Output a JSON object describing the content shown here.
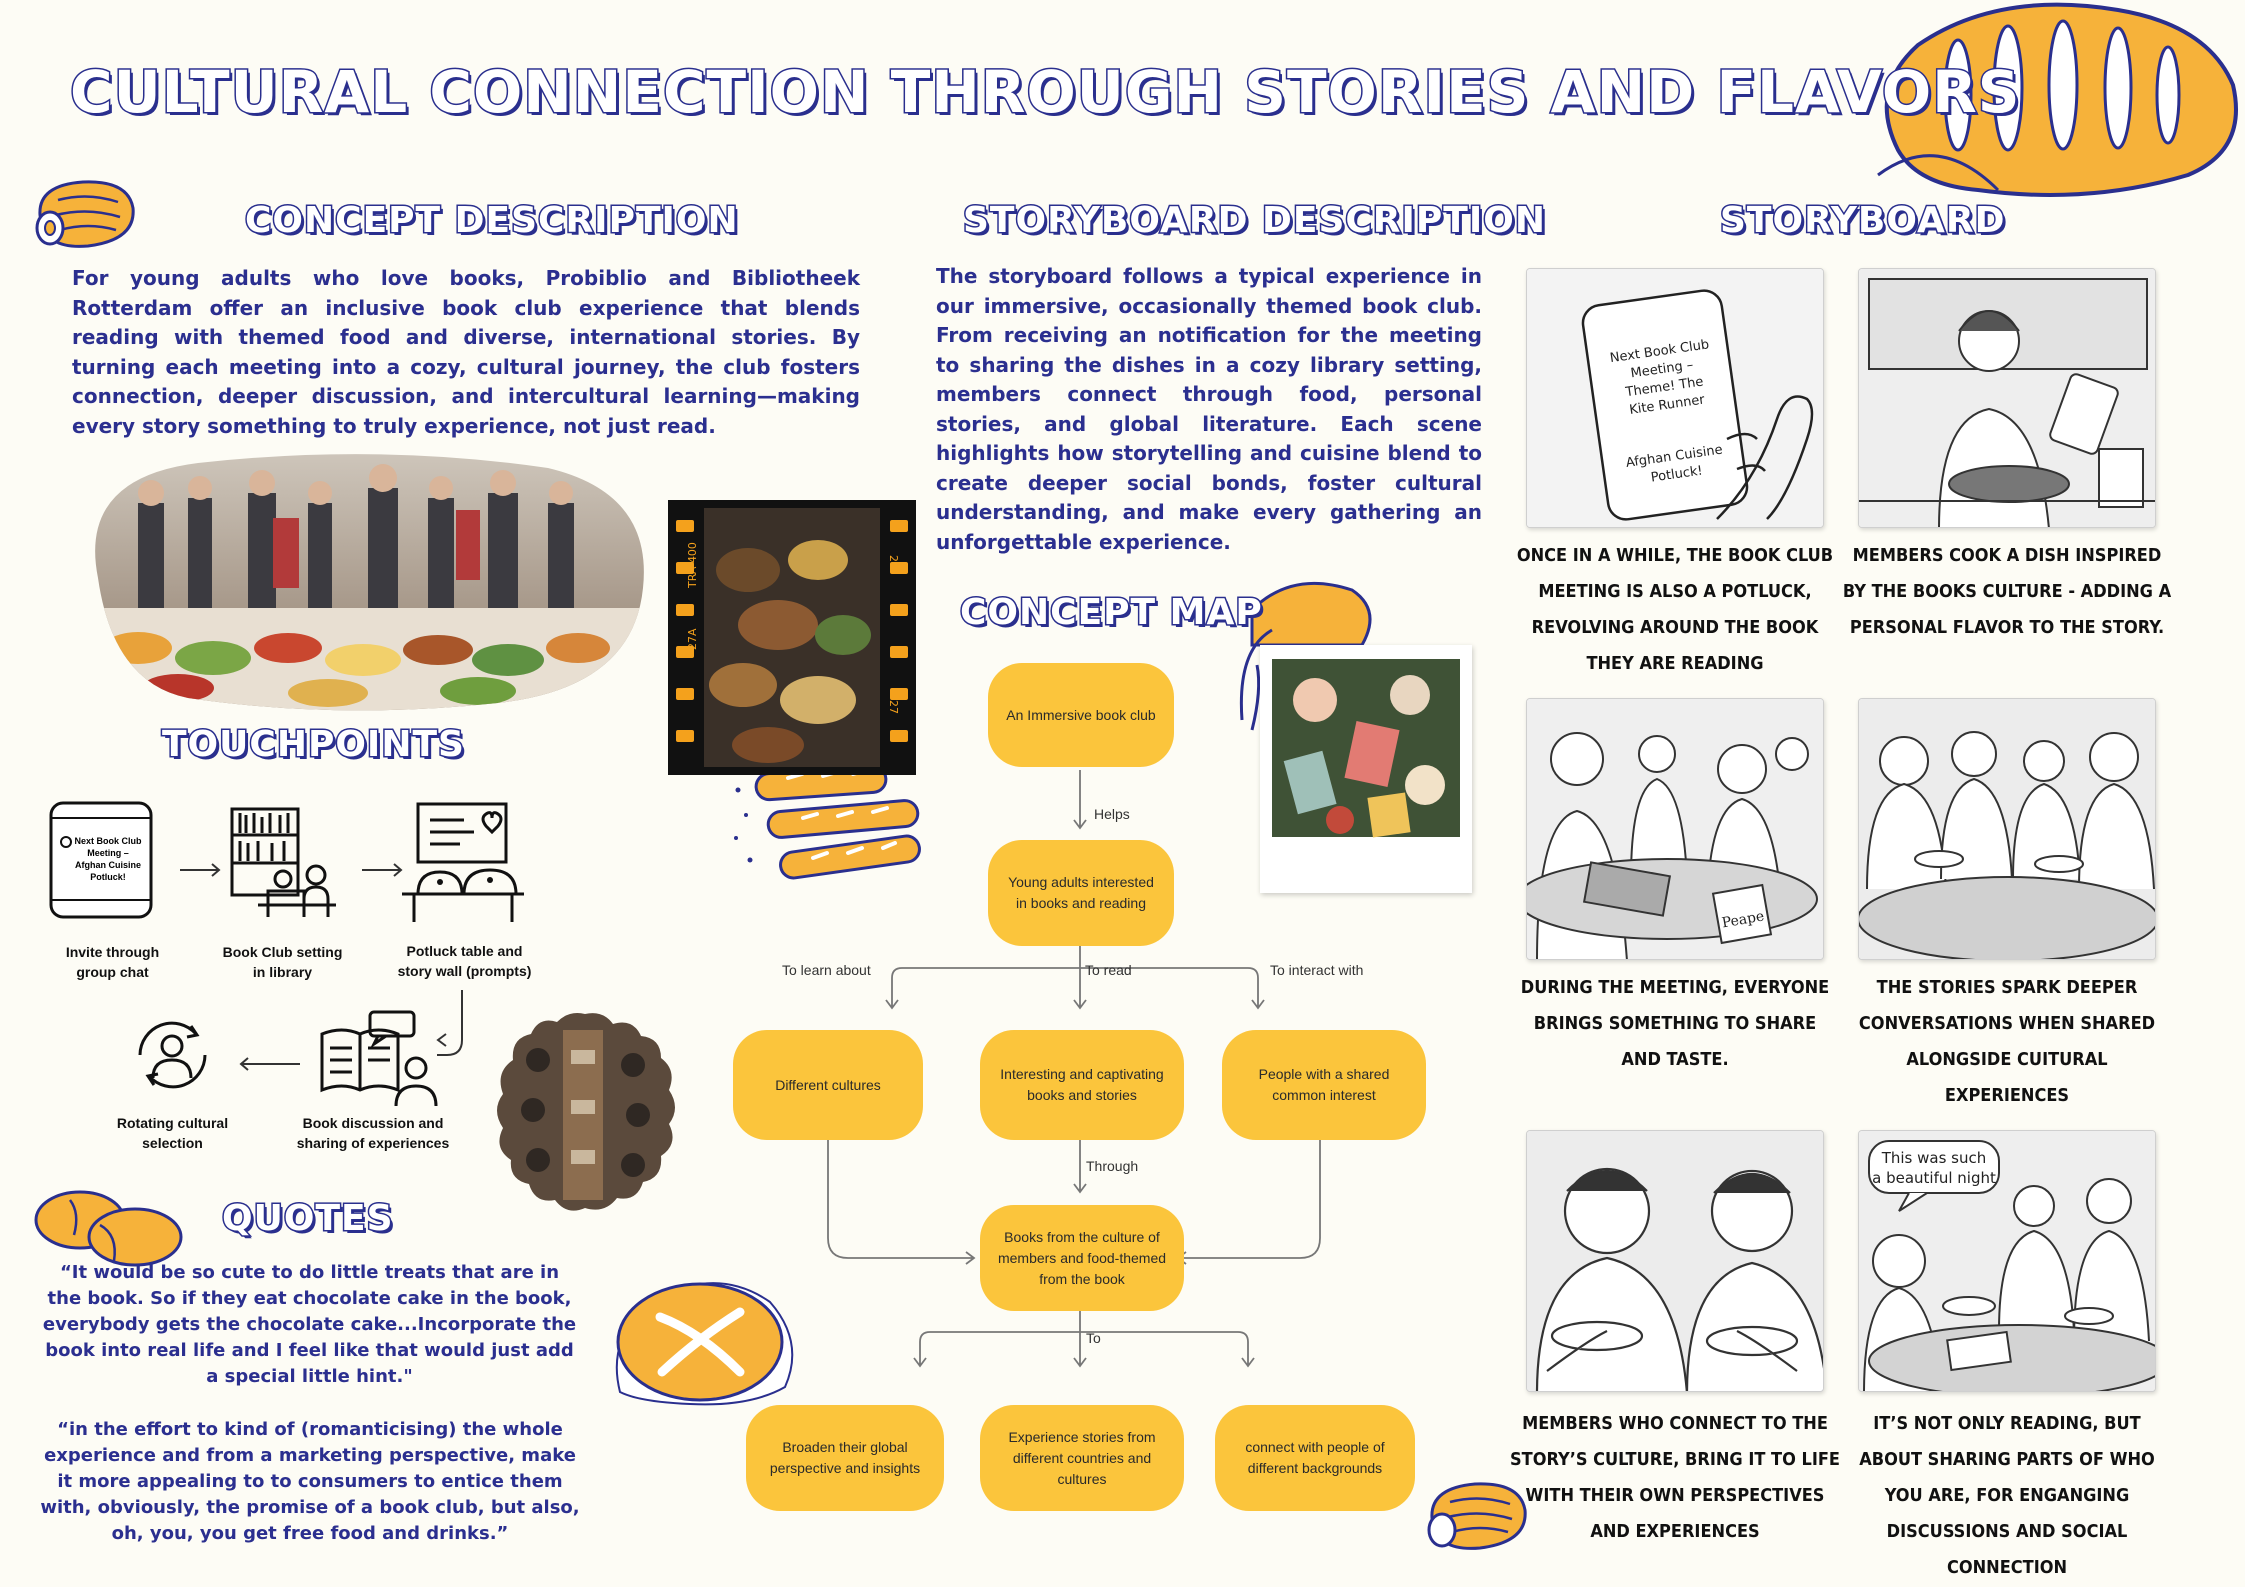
{
  "title": "CULTURAL CONNECTION THROUGH STORIES AND FLAVORS",
  "concept": {
    "heading": "CONCEPT DESCRIPTION",
    "text": "For young adults who love books, Probiblio and Bibliotheek Rotterdam offer an inclusive book club experience that blends reading with themed food and diverse, international stories. By turning each meeting into a cozy, cultural journey, the club fosters connection, deeper discussion, and intercultural learning—making every story something to truly experience, not just read."
  },
  "storyboard_description": {
    "heading": "STORYBOARD DESCRIPTION",
    "text": "The storyboard follows a typical experience in our immersive, occasionally themed book club. From receiving an notification for the meeting to sharing the dishes in a cozy library setting, members connect through food, personal stories, and global literature. Each scene highlights how storytelling and cuisine blend to create deeper social bonds, foster cultural understanding, and make every gathering an unforgettable experience."
  },
  "storyboard": {
    "heading": "STORYBOARD",
    "phone_text": [
      "Next Book Club",
      "Meeting –",
      "Theme! The",
      "Kite Runner",
      "Afghan Cuisine",
      "Potluck!"
    ],
    "speech_bubble": [
      "This was such",
      "a beautiful night"
    ],
    "book_label": "Peape",
    "captions": [
      "ONCE IN A WHILE, THE BOOK CLUB MEETING IS ALSO A POTLUCK, REVOLVING AROUND THE BOOK THEY ARE READING",
      "MEMBERS COOK A DISH INSPIRED BY THE BOOKS CULTURE - ADDING A PERSONAL FLAVOR TO THE STORY.",
      "DURING THE MEETING, EVERYONE BRINGS SOMETHING TO SHARE AND TASTE.",
      "THE STORIES SPARK DEEPER CONVERSATIONS WHEN SHARED ALONGSIDE CUITURAL EXPERIENCES",
      "MEMBERS WHO CONNECT TO THE STORY’S CULTURE, BRING IT TO LIFE WITH THEIR  OWN PERSPECTIVES AND EXPERIENCES",
      "IT’S NOT ONLY READING, BUT ABOUT SHARING  PARTS OF WHO YOU ARE, FOR ENGANGING DISCUSSIONS AND SOCIAL CONNECTION"
    ]
  },
  "touchpoints": {
    "heading": "TOUCHPOINTS",
    "phone_text": [
      "Next  Book Club",
      "Meeting –",
      "Afghan Cuisine",
      "Potluck!"
    ],
    "items": [
      {
        "label": "Invite through\ngroup chat"
      },
      {
        "label": "Book Club setting\nin library"
      },
      {
        "label": "Potluck table and\nstory wall (prompts)"
      },
      {
        "label": "Book discussion and\nsharing of experiences"
      },
      {
        "label": "Rotating cultural\nselection"
      }
    ]
  },
  "film": {
    "marks": [
      "TRA 400",
      "27A",
      "27",
      "27"
    ]
  },
  "concept_map": {
    "heading": "CONCEPT MAP",
    "nodes": {
      "root": "An Immersive book club",
      "target": "Young adults interested in books and reading",
      "cultures": "Different cultures",
      "books": "Interesting and captivating books and stories",
      "people": "People with a shared common interest",
      "members_books": "Books from the culture of members and food-themed from the book",
      "broaden": "Broaden their global perspective and insights",
      "experience": "Experience stories from different countries and cultures",
      "connect": "connect with people of different backgrounds"
    },
    "edges": {
      "helps": "Helps",
      "learn": "To learn about",
      "read": "To read",
      "interact": "To interact with",
      "through": "Through",
      "to": "To"
    }
  },
  "quotes": {
    "heading": "QUOTES",
    "q1": "“It would be so cute to do little treats that are in the book. So if they eat chocolate cake in the book, everybody gets the chocolate cake...Incorporate the book into real life and I feel like that would just add a special little hint.\"",
    "q2": "“in the effort to kind of (romanticising) the whole experience and from a marketing perspective, make it more appealing to to consumers to entice them with, obviously, the promise of a book club, but also, oh, you, you get free food and drinks.”"
  },
  "colors": {
    "navy": "#2a2f8e",
    "yellow": "#fbc53c",
    "bread": "#f6b23a",
    "bg": "#fdfcf5"
  }
}
